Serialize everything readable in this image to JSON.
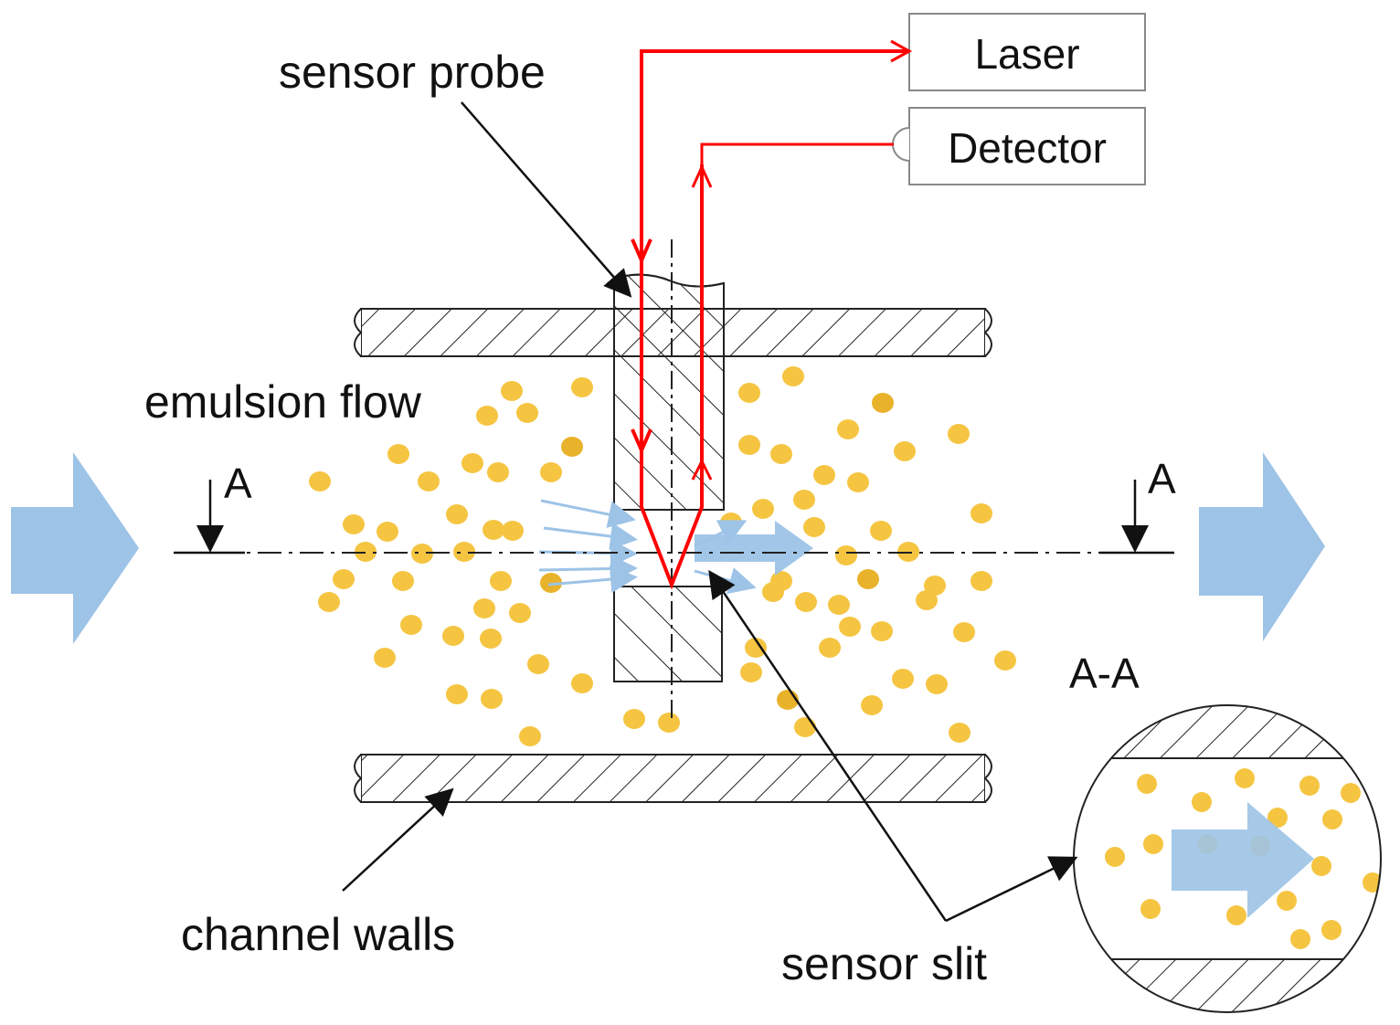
{
  "labels": {
    "sensor_probe": "sensor probe",
    "laser": "Laser",
    "detector": "Detector",
    "emulsion_flow": "emulsion flow",
    "section_left": "A",
    "section_right": "A",
    "section_view": "A-A",
    "channel_walls": "channel walls",
    "sensor_slit": "sensor slit"
  },
  "colors": {
    "laser_beam": "#ff0000",
    "flow_arrow": "#9dc3e6",
    "droplet": "#f5c542",
    "droplet_dark": "#e8b22a",
    "outline": "#222222"
  },
  "icons": {
    "flow_in": "flow-arrow-right",
    "flow_out": "flow-arrow-right",
    "droplets": "circle-droplet"
  }
}
